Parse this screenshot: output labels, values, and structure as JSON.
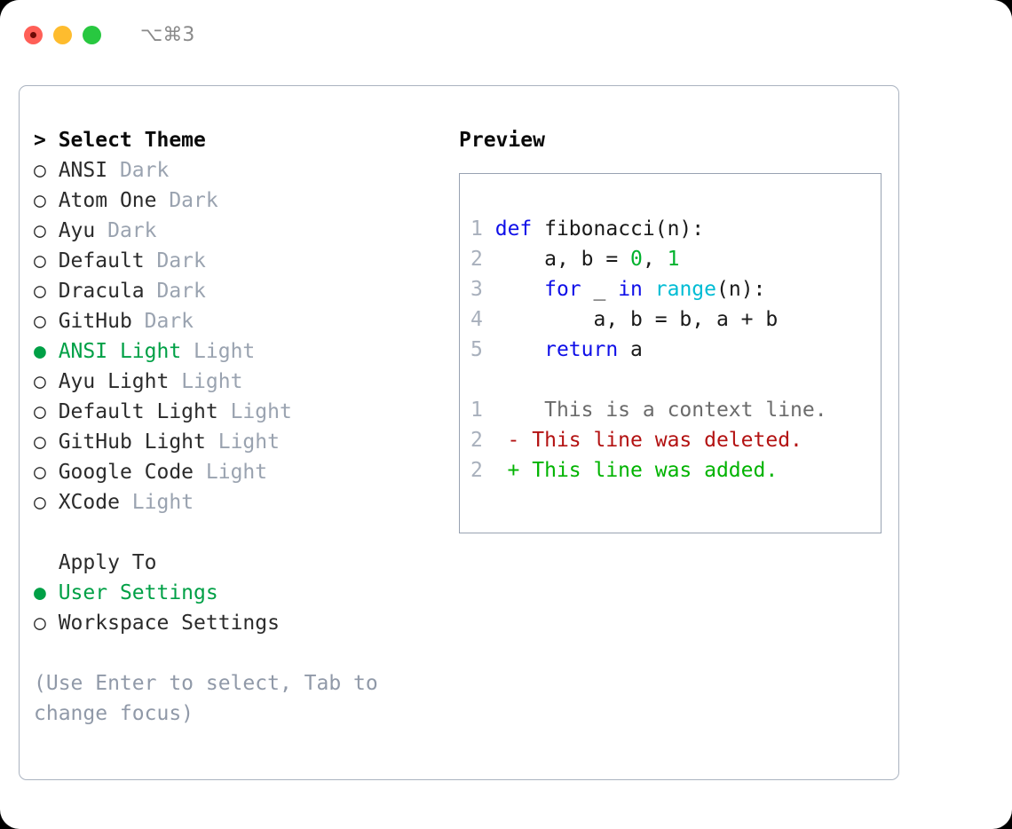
{
  "titlebar": {
    "lights": [
      {
        "name": "close-button",
        "color": "#ff5f57"
      },
      {
        "name": "minimize-button",
        "color": "#febc2e"
      },
      {
        "name": "maximize-button",
        "color": "#28c840"
      }
    ],
    "shortcut": "⌥⌘3"
  },
  "theme_panel": {
    "header": "> Select Theme",
    "items": [
      {
        "marker": "○",
        "name": "ANSI",
        "variant": "Dark",
        "selected": false
      },
      {
        "marker": "○",
        "name": "Atom One",
        "variant": "Dark",
        "selected": false
      },
      {
        "marker": "○",
        "name": "Ayu",
        "variant": "Dark",
        "selected": false
      },
      {
        "marker": "○",
        "name": "Default",
        "variant": "Dark",
        "selected": false
      },
      {
        "marker": "○",
        "name": "Dracula",
        "variant": "Dark",
        "selected": false
      },
      {
        "marker": "○",
        "name": "GitHub",
        "variant": "Dark",
        "selected": false
      },
      {
        "marker": "●",
        "name": "ANSI Light",
        "variant": "Light",
        "selected": true
      },
      {
        "marker": "○",
        "name": "Ayu Light",
        "variant": "Light",
        "selected": false
      },
      {
        "marker": "○",
        "name": "Default Light",
        "variant": "Light",
        "selected": false
      },
      {
        "marker": "○",
        "name": "GitHub Light",
        "variant": "Light",
        "selected": false
      },
      {
        "marker": "○",
        "name": "Google Code",
        "variant": "Light",
        "selected": false
      },
      {
        "marker": "○",
        "name": "XCode",
        "variant": "Light",
        "selected": false
      }
    ]
  },
  "apply_to": {
    "header": "  Apply To",
    "options": [
      {
        "marker": "●",
        "label": "User Settings",
        "selected": true
      },
      {
        "marker": "○",
        "label": "Workspace Settings",
        "selected": false
      }
    ]
  },
  "hint": "(Use Enter to select, Tab to change focus)",
  "preview": {
    "header": "Preview",
    "code_lines": [
      {
        "lineno": "1",
        "tokens": [
          {
            "t": " ",
            "c": "plain"
          },
          {
            "t": "def",
            "c": "kw"
          },
          {
            "t": " fibonacci(n):",
            "c": "plain"
          }
        ]
      },
      {
        "lineno": "2",
        "tokens": [
          {
            "t": "     a, b = ",
            "c": "plain"
          },
          {
            "t": "0",
            "c": "num"
          },
          {
            "t": ", ",
            "c": "plain"
          },
          {
            "t": "1",
            "c": "num"
          }
        ]
      },
      {
        "lineno": "3",
        "tokens": [
          {
            "t": "     ",
            "c": "plain"
          },
          {
            "t": "for",
            "c": "kw"
          },
          {
            "t": " _ ",
            "c": "plain"
          },
          {
            "t": "in",
            "c": "kw"
          },
          {
            "t": " ",
            "c": "plain"
          },
          {
            "t": "range",
            "c": "fn"
          },
          {
            "t": "(n):",
            "c": "plain"
          }
        ]
      },
      {
        "lineno": "4",
        "tokens": [
          {
            "t": "         a, b = b, a + b",
            "c": "plain"
          }
        ]
      },
      {
        "lineno": "5",
        "tokens": [
          {
            "t": "     ",
            "c": "plain"
          },
          {
            "t": "return",
            "c": "kw"
          },
          {
            "t": " a",
            "c": "plain"
          }
        ]
      }
    ],
    "diff_lines": [
      {
        "lineno": "1",
        "sign": " ",
        "text": "  This is a context line.",
        "kind": "ctx"
      },
      {
        "lineno": "2",
        "sign": "-",
        "text": " This line was deleted.",
        "kind": "del"
      },
      {
        "lineno": "2",
        "sign": "+",
        "text": " This line was added.",
        "kind": "add"
      }
    ]
  },
  "colors": {
    "accent_green": "#00a046",
    "muted": "#9aa3b0",
    "keyword_blue": "#0f0fe8",
    "builtin_cyan": "#00bcd4",
    "number_green": "#00b22d",
    "diff_delete": "#b31212",
    "diff_add": "#00b300",
    "border": "#aab3c0"
  }
}
